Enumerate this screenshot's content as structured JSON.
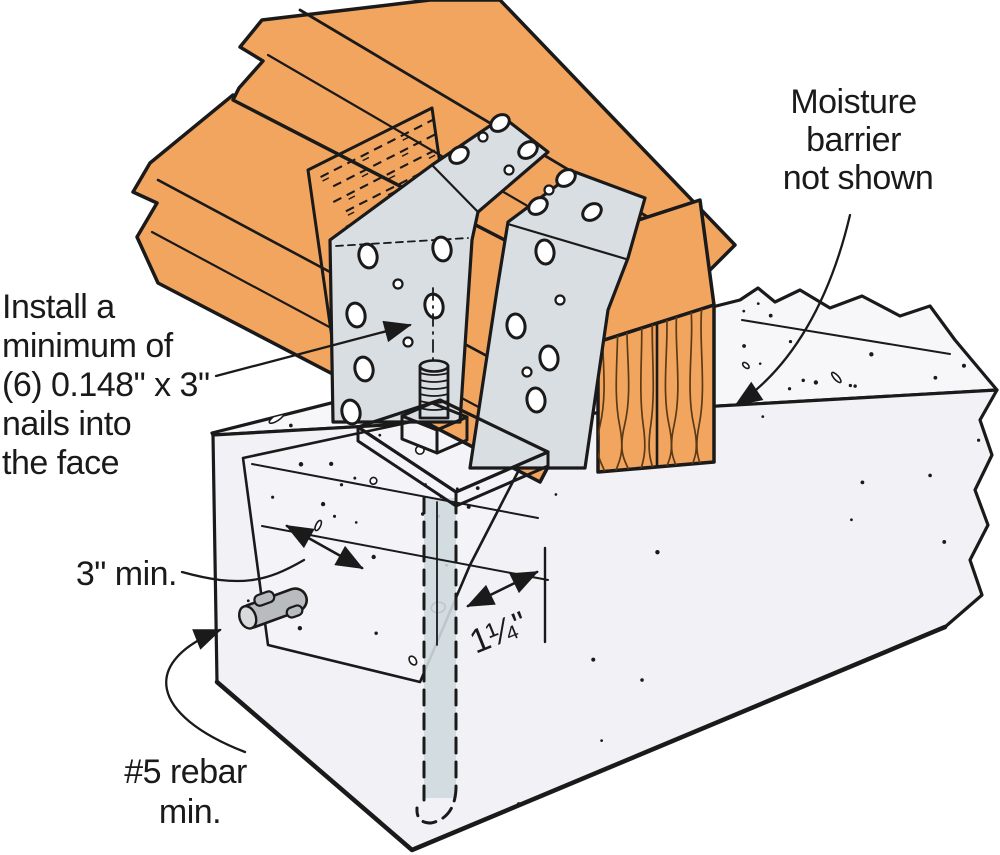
{
  "labels": {
    "install": {
      "line1": "Install a",
      "line2": "minimum of",
      "line3": "(6) 0.148\" x 3\"",
      "line4": "nails into",
      "line5": "the face"
    },
    "moisture": {
      "line1": "Moisture",
      "line2": "barrier",
      "line3": "not shown"
    },
    "rebar": {
      "line1": "#5 rebar",
      "line2": "min."
    },
    "dim_edge": "3\" min.",
    "dim_offset": "1¼\""
  },
  "colors": {
    "wood": "#F2A55F",
    "wood_top": "#F6B878",
    "wood_grain": "#5B3A16",
    "metal": "#D9DEE3",
    "metal_light": "#E3E8EC",
    "metal_shade": "#C5CED5",
    "metal_mid": "#CFD7DD",
    "concrete": "#F2F2F6",
    "concrete_top": "#F7F7FA",
    "cut": "#F4F4F8",
    "rebar": "#B9BCBE",
    "anchor_rod": "#CFD9DE",
    "line": "#1A1A1A"
  },
  "icons": {
    "arrowhead": "solid triangle pointer",
    "dimension_double_arrow": "double-headed dimension arrow",
    "break_line": "jagged lumber break",
    "nail_hole": "connector nail hole oval"
  }
}
